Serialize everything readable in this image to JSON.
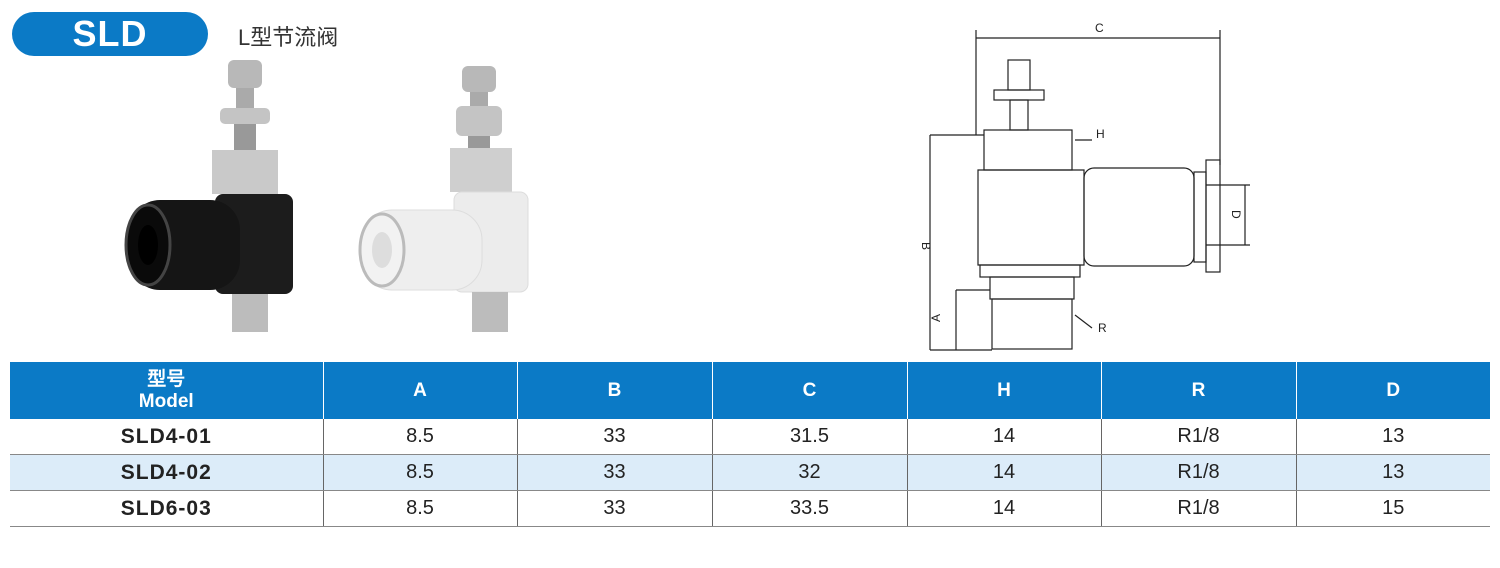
{
  "header": {
    "badge": "SLD",
    "subtitle": "L型节流阀"
  },
  "drawing_labels": {
    "C": "C",
    "H": "H",
    "B": "B",
    "D": "D",
    "A": "A",
    "R": "R"
  },
  "table": {
    "model_header_cn": "型号",
    "model_header_en": "Model",
    "columns": [
      "A",
      "B",
      "C",
      "H",
      "R",
      "D"
    ],
    "rows": [
      {
        "model": "SLD4-01",
        "values": [
          "8.5",
          "33",
          "31.5",
          "14",
          "R1/8",
          "13"
        ]
      },
      {
        "model": "SLD4-02",
        "values": [
          "8.5",
          "33",
          "32",
          "14",
          "R1/8",
          "13"
        ]
      },
      {
        "model": "SLD6-03",
        "values": [
          "8.5",
          "33",
          "33.5",
          "14",
          "R1/8",
          "15"
        ]
      }
    ]
  },
  "colors": {
    "brand": "#0b7ac6",
    "alt_row": "#dcecf9"
  }
}
